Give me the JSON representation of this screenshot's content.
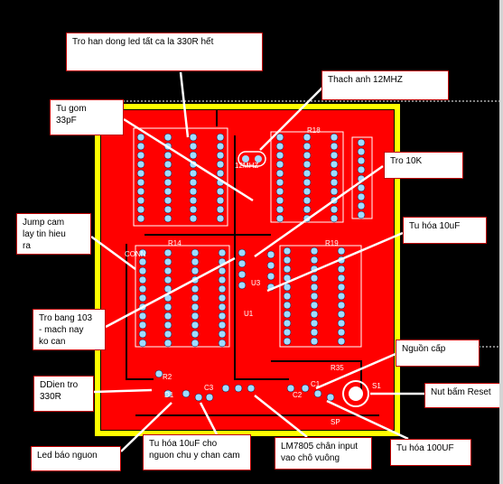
{
  "colors": {
    "background": "#000000",
    "board_outline": "#ffff00",
    "copper": "#ff0000",
    "copper_dark": "#c00000",
    "pad": "#9fdcff",
    "silk": "#ffffff",
    "label_border": "#c00000"
  },
  "annotations": {
    "resistor_note": "Tro han dong led tất ca la 330R hết",
    "crystal": "Thach anh 12MHZ",
    "cap_33pf": "Tu gom\n33pF",
    "res_10k": "Tro 10K",
    "jumper": "Jump cam\nlay tin hieu\nra",
    "electrolytic_10uf": "Tu hóa 10uF",
    "res_103": "Tro bang 103\n- mach nay\nko can",
    "power_in": "Nguồn cấp",
    "reset_button": "Nut bấm Reset",
    "res_330r": "DDien tro\n330R",
    "power_led": "Led báo nguon",
    "cap_10uf_power": "Tu hóa 10uF cho\nnguon chu y chan cam",
    "lm7805": "LM7805 chân input\nvao chô vuông",
    "cap_100uf": "Tu hóa 100UF"
  },
  "silkscreen": {
    "r18": "R18",
    "r14": "R14",
    "r19": "R19",
    "r2": "R2",
    "d1": "D1",
    "c3": "C3",
    "c2": "C2",
    "c1": "C1",
    "s1": "S1",
    "u1": "U1",
    "u3": "U3",
    "xtal": "12MHZ",
    "conn": "CONN",
    "sp": "SP",
    "r35": "R35"
  }
}
